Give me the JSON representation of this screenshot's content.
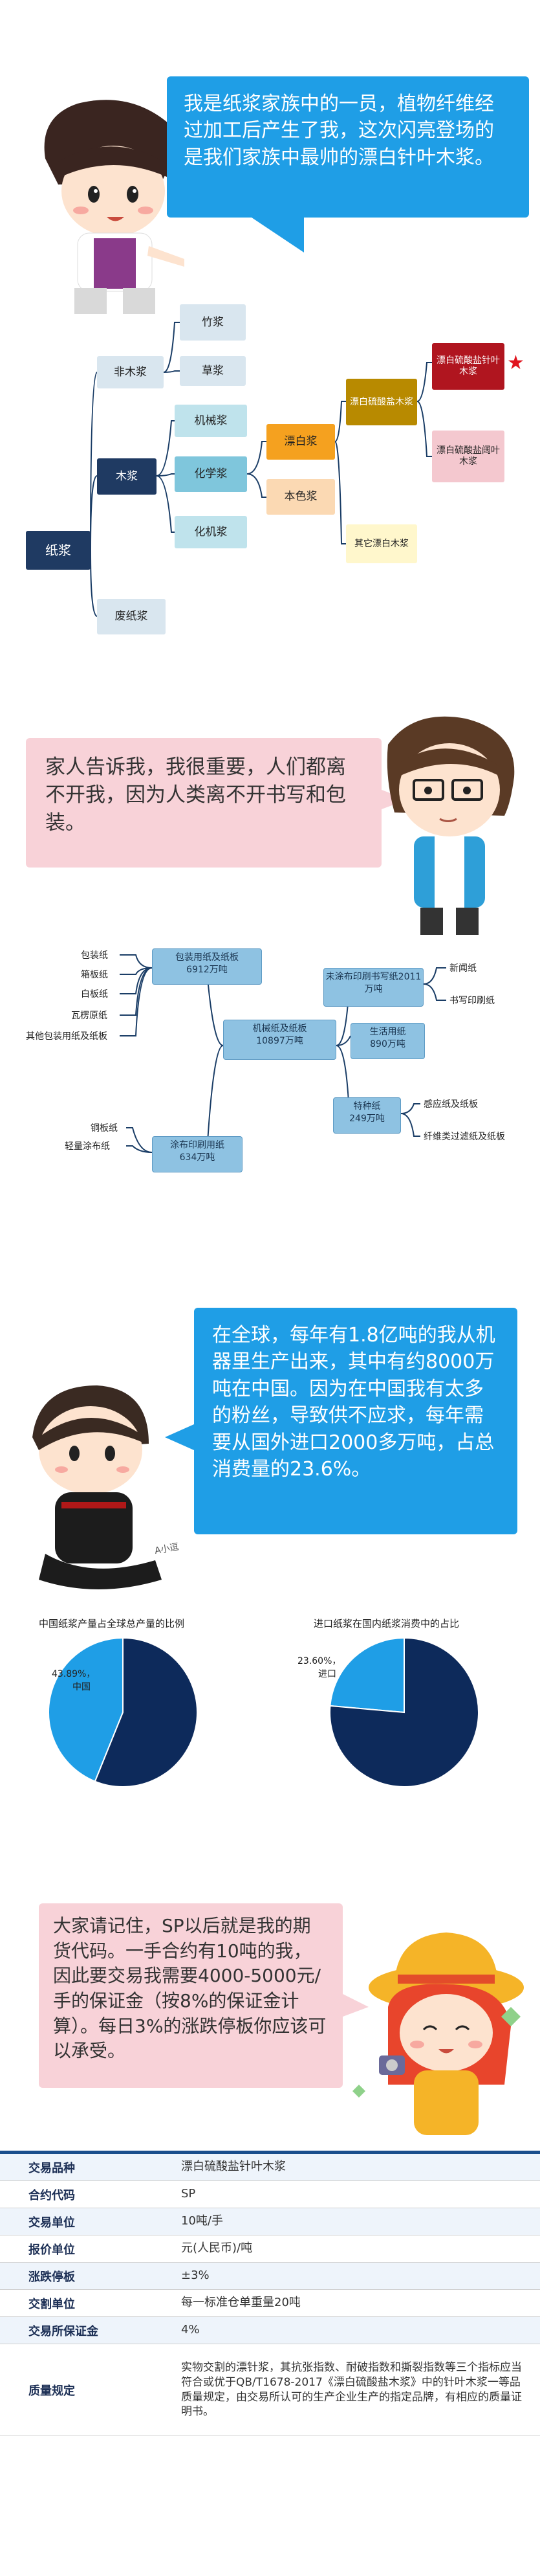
{
  "s1": {
    "bubble": "我是纸浆家族中的一员，植物纤维经过加工后产生了我，这次闪亮登场的是我们家族中最帅的漂白针叶木浆。",
    "tree": {
      "root": "纸浆",
      "l1": [
        "非木浆",
        "木浆",
        "废纸浆"
      ],
      "nonwood": [
        "竹浆",
        "草浆"
      ],
      "wood": [
        "机械浆",
        "化学浆",
        "化机浆"
      ],
      "chem": [
        "漂白浆",
        "本色浆"
      ],
      "bleach": [
        "漂白硫酸盐木浆",
        "其它漂白木浆"
      ],
      "sulfate": [
        "漂白硫酸盐针叶木浆",
        "漂白硫酸盐阔叶木浆"
      ],
      "star": "★",
      "colors": {
        "root": "#1f3a62",
        "l1": "#d9e6ef",
        "wood": "#1f3a62",
        "l2": "#bfe3ec",
        "chem_blue": "#7fc6dc",
        "orange": "#f5a11f",
        "peach": "#fbd9b3",
        "brown": "#b88a00",
        "red": "#b0151f",
        "pink": "#f4c8cf",
        "star": "#e0141e"
      }
    }
  },
  "s2": {
    "bubble": "家人告诉我，我很重要，人们都离不开我，因为人类离不开书写和包装。",
    "center": "机械纸及纸板\n10897万吨",
    "boxes": [
      "包装用纸及纸板\n6912万吨",
      "未涂布印刷书写纸2011万吨",
      "生活用纸\n890万吨",
      "涂布印刷用纸\n634万吨",
      "特种纸\n249万吨"
    ],
    "left_top": [
      "包装纸",
      "箱板纸",
      "白板纸",
      "瓦楞原纸",
      "其他包装用纸及纸板"
    ],
    "right_top": [
      "新闻纸",
      "书写印刷纸"
    ],
    "left_bottom": [
      "铜板纸",
      "轻量涂布纸"
    ],
    "right_bottom": [
      "感应纸及纸板",
      "纤维类过滤纸及纸板"
    ]
  },
  "s3": {
    "bubble": "在全球，每年有1.8亿吨的我从机器里生产出来，其中有约8000万吨在中国。因为在中国我有太多的粉丝，导致供不应求，每年需要从国外进口2000多万吨，占总消费量的23.6%。",
    "signature": "A小逗",
    "chart_data": [
      {
        "type": "pie",
        "title": "中国纸浆产量占全球总产量的比例",
        "values": [
          43.89,
          56.11
        ],
        "labels": [
          "43.89%，中国",
          ""
        ],
        "colors": [
          "#1f9ee6",
          "#0d2a5b"
        ]
      },
      {
        "type": "pie",
        "title": "进口纸浆在国内纸浆消费中的占比",
        "values": [
          23.6,
          76.4
        ],
        "labels": [
          "23.60%，进口",
          ""
        ],
        "colors": [
          "#1f9ee6",
          "#0d2a5b"
        ]
      }
    ]
  },
  "s4": {
    "bubble": "大家请记住，SP以后就是我的期货代码。一手合约有10吨的我，因此要交易我需要4000-5000元/手的保证金（按8%的保证金计算）。每日3%的涨跌停板你应该可以承受。",
    "table": [
      {
        "k": "交易品种",
        "v": "漂白硫酸盐针叶木浆"
      },
      {
        "k": "合约代码",
        "v": "SP"
      },
      {
        "k": "交易单位",
        "v": "10吨/手"
      },
      {
        "k": "报价单位",
        "v": "元(人民币)/吨"
      },
      {
        "k": "涨跌停板",
        "v": "±3%"
      },
      {
        "k": "交割单位",
        "v": "每一标准仓单重量20吨"
      },
      {
        "k": "交易所保证金",
        "v": "4%"
      },
      {
        "k": "质量规定",
        "v": "实物交割的漂针浆，其抗张指数、耐破指数和撕裂指数等三个指标应当符合或优于QB/T1678-2017《漂白硫酸盐木浆》中的针叶木浆一等品质量规定，由交易所认可的生产企业生产的指定品牌，有相应的质量证明书。"
      }
    ]
  }
}
